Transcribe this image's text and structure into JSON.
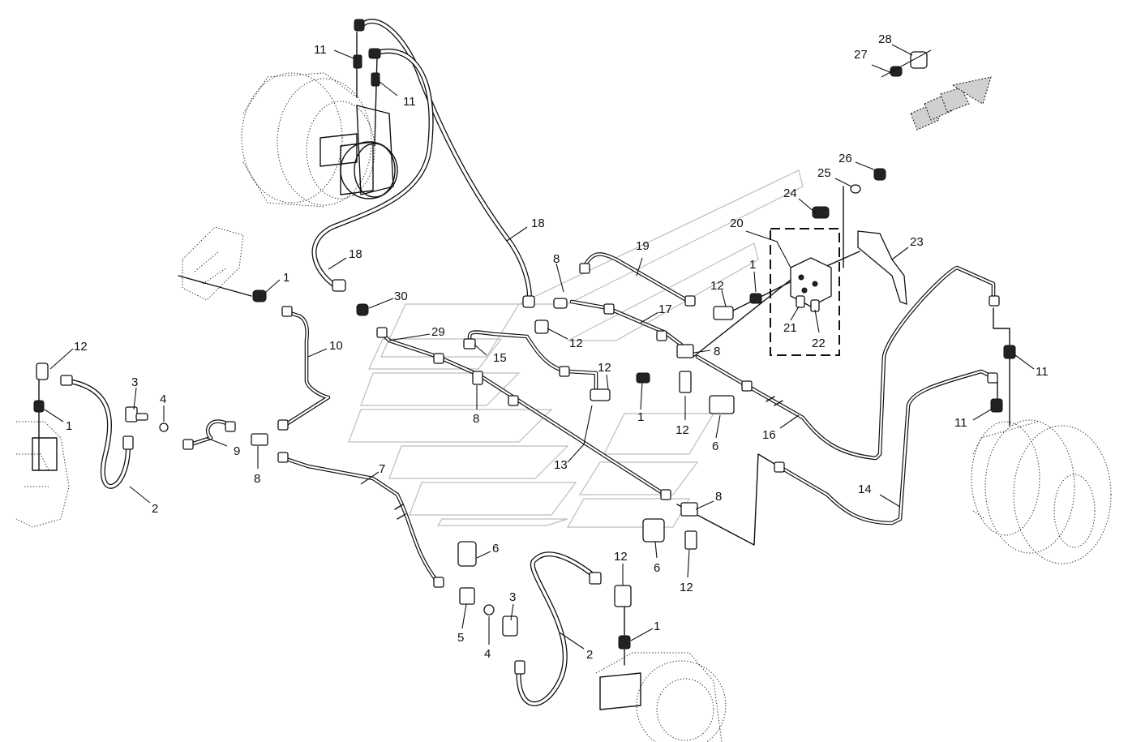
{
  "callouts": [
    {
      "id": "c11a",
      "text": "11"
    },
    {
      "id": "c11b",
      "text": "11"
    },
    {
      "id": "c18a",
      "text": "18"
    },
    {
      "id": "c18b",
      "text": "18"
    },
    {
      "id": "c1a",
      "text": "1"
    },
    {
      "id": "c30",
      "text": "30"
    },
    {
      "id": "c29",
      "text": "29"
    },
    {
      "id": "c15",
      "text": "15"
    },
    {
      "id": "c10",
      "text": "10"
    },
    {
      "id": "c12a",
      "text": "12"
    },
    {
      "id": "c1b",
      "text": "1"
    },
    {
      "id": "c3a",
      "text": "3"
    },
    {
      "id": "c4a",
      "text": "4"
    },
    {
      "id": "c9",
      "text": "9"
    },
    {
      "id": "c8a",
      "text": "8"
    },
    {
      "id": "c2a",
      "text": "2"
    },
    {
      "id": "c7",
      "text": "7"
    },
    {
      "id": "c8b",
      "text": "8"
    },
    {
      "id": "c19",
      "text": "19"
    },
    {
      "id": "c8c",
      "text": "8"
    },
    {
      "id": "c12b",
      "text": "12"
    },
    {
      "id": "c17",
      "text": "17"
    },
    {
      "id": "c12c",
      "text": "12"
    },
    {
      "id": "c12d",
      "text": "12"
    },
    {
      "id": "c1c",
      "text": "1"
    },
    {
      "id": "c1d",
      "text": "1"
    },
    {
      "id": "c8d",
      "text": "8"
    },
    {
      "id": "c12e",
      "text": "12"
    },
    {
      "id": "c6a",
      "text": "6"
    },
    {
      "id": "c13",
      "text": "13"
    },
    {
      "id": "c20",
      "text": "20"
    },
    {
      "id": "c21",
      "text": "21"
    },
    {
      "id": "c22",
      "text": "22"
    },
    {
      "id": "c23",
      "text": "23"
    },
    {
      "id": "c24",
      "text": "24"
    },
    {
      "id": "c25",
      "text": "25"
    },
    {
      "id": "c26",
      "text": "26"
    },
    {
      "id": "c27",
      "text": "27"
    },
    {
      "id": "c28",
      "text": "28"
    },
    {
      "id": "c16",
      "text": "16"
    },
    {
      "id": "c11c",
      "text": "11"
    },
    {
      "id": "c11d",
      "text": "11"
    },
    {
      "id": "c14",
      "text": "14"
    },
    {
      "id": "c8e",
      "text": "8"
    },
    {
      "id": "c6b",
      "text": "6"
    },
    {
      "id": "c12f",
      "text": "12"
    },
    {
      "id": "c6c",
      "text": "6"
    },
    {
      "id": "c5",
      "text": "5"
    },
    {
      "id": "c4b",
      "text": "4"
    },
    {
      "id": "c3b",
      "text": "3"
    },
    {
      "id": "c2b",
      "text": "2"
    },
    {
      "id": "c12g",
      "text": "12"
    },
    {
      "id": "c1e",
      "text": "1"
    }
  ]
}
